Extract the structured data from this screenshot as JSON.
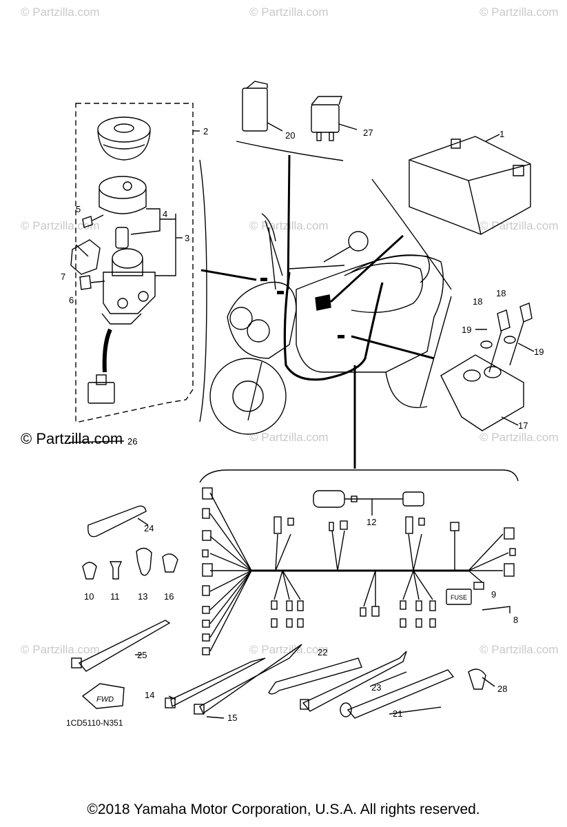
{
  "watermarks": {
    "faint": "© Partzilla.com",
    "strong": "© Partzilla.com"
  },
  "diagram_code": "1CD5110-N351",
  "fwd_label": "FWD",
  "fuse_label": "FUSE",
  "footer": "©2018 Yamaha Motor Corporation, U.S.A. All rights reserved.",
  "callouts": {
    "c1": "1",
    "c2": "2",
    "c3": "3",
    "c4": "4",
    "c5": "5",
    "c6": "6",
    "c7": "7",
    "c8": "8",
    "c9": "9",
    "c10": "10",
    "c11": "11",
    "c12": "12",
    "c13": "13",
    "c14": "14",
    "c15": "15",
    "c16": "16",
    "c17": "17",
    "c18a": "18",
    "c18b": "18",
    "c19a": "19",
    "c19b": "19",
    "c20": "20",
    "c21": "21",
    "c22": "22",
    "c23": "23",
    "c24": "24",
    "c25": "25",
    "c26": "26",
    "c27": "27",
    "c28": "28"
  }
}
